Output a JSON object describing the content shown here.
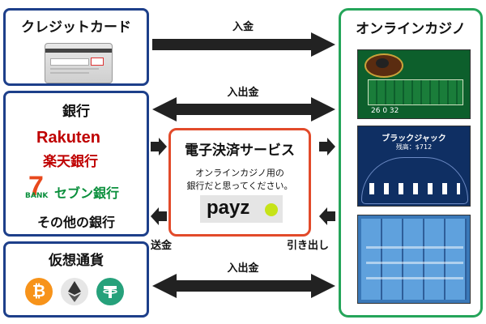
{
  "credit_card": {
    "title": "クレジットカード"
  },
  "bank": {
    "title": "銀行",
    "rakuten_top": "Rakuten",
    "rakuten_bottom": "楽天銀行",
    "seven_mark": "7",
    "seven_small": "BANK",
    "seven_name": "セブン銀行",
    "other": "その他の銀行"
  },
  "crypto": {
    "title": "仮想通貨",
    "coins": [
      "bitcoin-icon",
      "ethereum-icon",
      "tether-icon"
    ]
  },
  "payment_service": {
    "title": "電子決済サービス",
    "note_line1": "オンラインカジノ用の",
    "note_line2": "銀行だと思ってください。",
    "logo": "payz",
    "logo_dot_color": "#c6e318"
  },
  "casino": {
    "title": "オンラインカジノ",
    "screens": [
      "roulette",
      "blackjack",
      "slot"
    ],
    "blackjack_title": "ブラックジャック",
    "blackjack_sub": "残高：$712"
  },
  "arrows": {
    "deposit": "入金",
    "deposit_withdraw_top": "入出金",
    "deposit_withdraw_bottom": "入出金",
    "send": "送金",
    "withdraw": "引き出し"
  },
  "colors": {
    "blue_border": "#1d3f8a",
    "green_border": "#25a55a",
    "red_border": "#e24a2a",
    "arrow": "#222222",
    "rakuten_red": "#bf0000",
    "seven_green": "#0a8f3c"
  }
}
